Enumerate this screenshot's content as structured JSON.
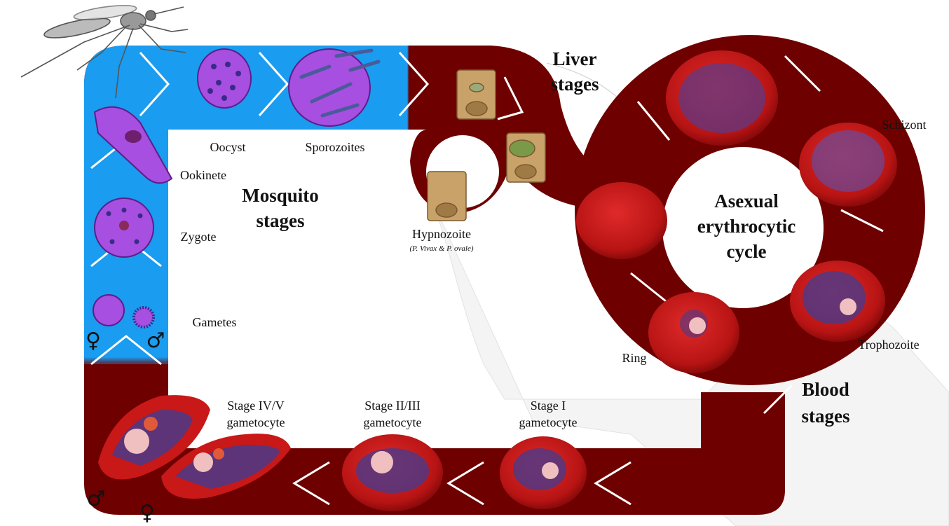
{
  "diagram": {
    "mosquito_stages": [
      "Mosquito",
      "stages"
    ],
    "liver_stages": [
      "Liver",
      "stages"
    ],
    "blood_stages": [
      "Blood",
      "stages"
    ],
    "asexual_cycle": [
      "Asexual",
      "erythrocytic",
      "cycle"
    ],
    "oocyst": "Oocyst",
    "sporozoites": "Sporozoites",
    "ookinete": "Ookinete",
    "zygote": "Zygote",
    "gametes": "Gametes",
    "hypnozoite": "Hypnozoite",
    "hypnozoite_note": "(P. Vivax & P. ovale)",
    "schizont": "Schizont",
    "trophozoite": "Trophozoite",
    "ring": "Ring",
    "stage45": [
      "Stage IV/V",
      "gametocyte"
    ],
    "stage23": [
      "Stage II/III",
      "gametocyte"
    ],
    "stage1": [
      "Stage I",
      "gametocyte"
    ],
    "female_symbol": "♀",
    "male_symbol": "♂"
  },
  "colors": {
    "mosquito_band": "#1a9cf0",
    "blood_band": "#6e0000",
    "rbc": "#c81818",
    "parasite": "#a64fe0",
    "hepatocyte": "#c9a26a"
  },
  "icons": [
    "mosquito-icon",
    "female-symbol-icon",
    "male-symbol-icon"
  ]
}
